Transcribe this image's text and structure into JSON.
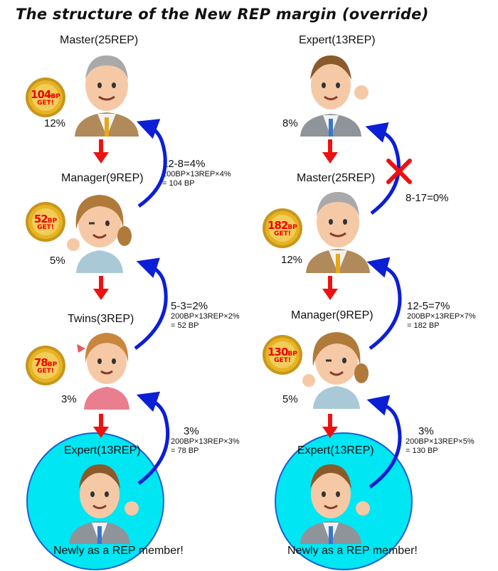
{
  "title": "The structure of the New REP margin (override)",
  "left": {
    "nodes": [
      {
        "label": "Master(25REP)",
        "percent": "12%"
      },
      {
        "label": "Manager(9REP)",
        "percent": "5%"
      },
      {
        "label": "Twins(3REP)",
        "percent": "3%"
      },
      {
        "label": "Expert(13REP)",
        "note": "Newly as a REP member!"
      }
    ],
    "badges": [
      {
        "value": "104",
        "unit": "BP",
        "get": "GET!"
      },
      {
        "value": "52",
        "unit": "BP",
        "get": "GET!"
      },
      {
        "value": "78",
        "unit": "BP",
        "get": "GET!"
      }
    ],
    "calcs": [
      {
        "main": "12-8=4%",
        "sub1": "200BP×13REP×4%",
        "sub2": "= 104 BP"
      },
      {
        "main": "5-3=2%",
        "sub1": "200BP×13REP×2%",
        "sub2": "= 52 BP"
      },
      {
        "main": "3%",
        "sub1": "200BP×13REP×3%",
        "sub2": "= 78 BP"
      }
    ]
  },
  "right": {
    "nodes": [
      {
        "label": "Expert(13REP)",
        "percent": "8%"
      },
      {
        "label": "Master(25REP)",
        "percent": "12%"
      },
      {
        "label": "Manager(9REP)",
        "percent": "5%"
      },
      {
        "label": "Expert(13REP)",
        "note": "Newly as a REP member!"
      }
    ],
    "badges": [
      {
        "value": "182",
        "unit": "BP",
        "get": "GET!"
      },
      {
        "value": "130",
        "unit": "BP",
        "get": "GET!"
      }
    ],
    "calcs": [
      {
        "main": "8-17=0%"
      },
      {
        "main": "12-5=7%",
        "sub1": "200BP×13REP×7%",
        "sub2": "= 182 BP"
      },
      {
        "main": "3%",
        "sub1": "200BP×13REP×5%",
        "sub2": "= 130 BP"
      }
    ]
  },
  "colors": {
    "down_arrow": "#ee1111",
    "up_arrow": "#0b1fd6",
    "cross": "#ee1111",
    "circle_fill": "#00e6f2",
    "badge_gold": "#e6b422"
  }
}
